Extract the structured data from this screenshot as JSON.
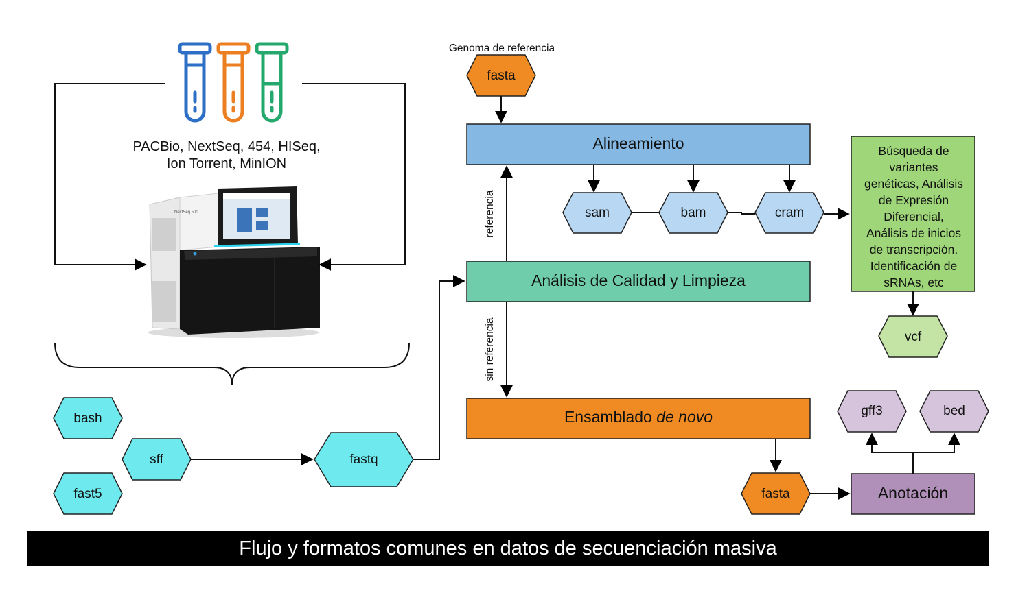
{
  "reference_genome_label": "Genoma de referencia",
  "platforms": {
    "line1": "PACBio, NextSeq, 454, HISeq,",
    "line2": "Ion Torrent, MinION"
  },
  "device_screen_text": "NextSeq 500",
  "steps": {
    "alignment": "Alineamiento",
    "quality": "Análisis de Calidad y Limpieza",
    "assembly_prefix": "Ensamblado ",
    "assembly_italic": "de novo",
    "annotation": "Anotación"
  },
  "analysis_box": [
    "Búsqueda de",
    "variantes",
    "genéticas, Análisis",
    "de Expresión",
    "Diferencial,",
    "Análisis de inicios",
    "de transcripción.",
    "Identificación de",
    "sRNAs, etc"
  ],
  "edge_labels": {
    "reference": "referencia",
    "no_reference": "sin referencia"
  },
  "formats": {
    "fasta_ref": "fasta",
    "sam": "sam",
    "bam": "bam",
    "cram": "cram",
    "vcf": "vcf",
    "bash": "bash",
    "sff": "sff",
    "fast5": "fast5",
    "fastq": "fastq",
    "fasta_out": "fasta",
    "gff3": "gff3",
    "bed": "bed"
  },
  "caption": "Flujo y formatos comunes en datos de secuenciación masiva",
  "colors": {
    "alignment": "#85b9e3",
    "quality": "#6fcdac",
    "assembly": "#ef8b22",
    "annotation": "#b08fb8",
    "analysis": "#9ed679",
    "alignment_formats": "#b7d7f3",
    "raw_formats": "#6eeaee",
    "fasta": "#ef8b22",
    "vcf": "#c3e4a4",
    "annotation_formats": "#d6c3dc",
    "tube_blue": "#2d6fc6",
    "tube_orange": "#ec7f22",
    "tube_green": "#24a86d"
  }
}
